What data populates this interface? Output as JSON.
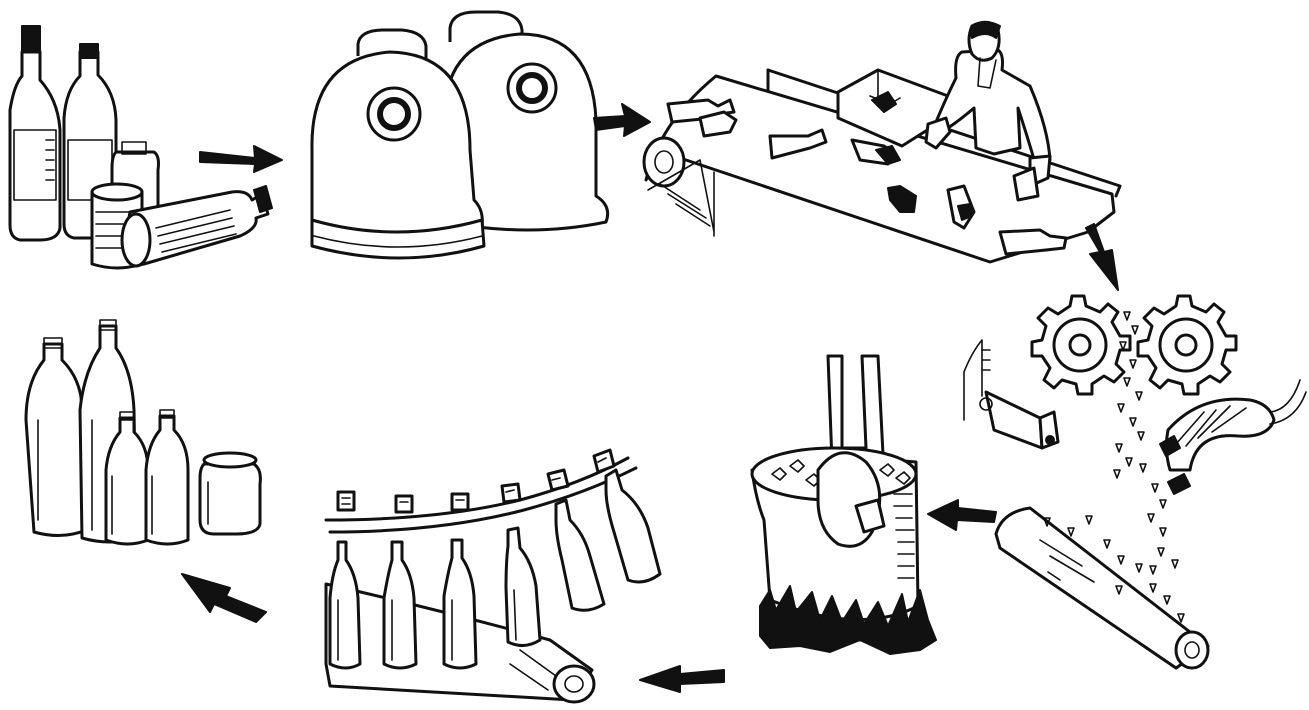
{
  "diagram": {
    "type": "glass-recycling-cycle",
    "stages": [
      {
        "id": "used-containers"
      },
      {
        "id": "collection-bins"
      },
      {
        "id": "sorting-conveyor"
      },
      {
        "id": "crushing-and-magnetic-separation"
      },
      {
        "id": "melting-furnace"
      },
      {
        "id": "bottle-forming-line"
      },
      {
        "id": "new-containers"
      }
    ],
    "flow": "clockwise",
    "arrow_color": "#111111",
    "line_color": "#111111",
    "background": "#ffffff"
  }
}
